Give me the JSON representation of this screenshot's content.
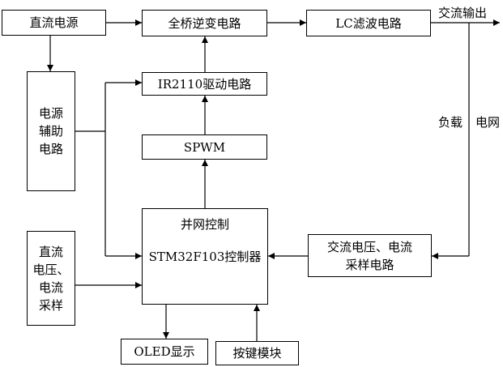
{
  "blocks": {
    "dc_source": "直流电源",
    "full_bridge": "全桥逆变电路",
    "lc_filter": "LC滤波电路",
    "aux_power": [
      "电源",
      "辅助",
      "电路"
    ],
    "ir2110": "IR2110驱动电路",
    "spwm": "SPWM",
    "controller_title": "并网控制",
    "controller_name": "STM32F103控制器",
    "ac_sampling": [
      "交流电压、电流",
      "采样电路"
    ],
    "dc_sampling": [
      "直流",
      "电压、",
      "电流",
      "采样"
    ],
    "oled": "OLED显示",
    "keys": "按键模块"
  },
  "labels": {
    "ac_output": "交流输出",
    "load": "负载",
    "grid": "电网"
  },
  "style": {
    "line_color": "#000000",
    "background": "#ffffff"
  }
}
